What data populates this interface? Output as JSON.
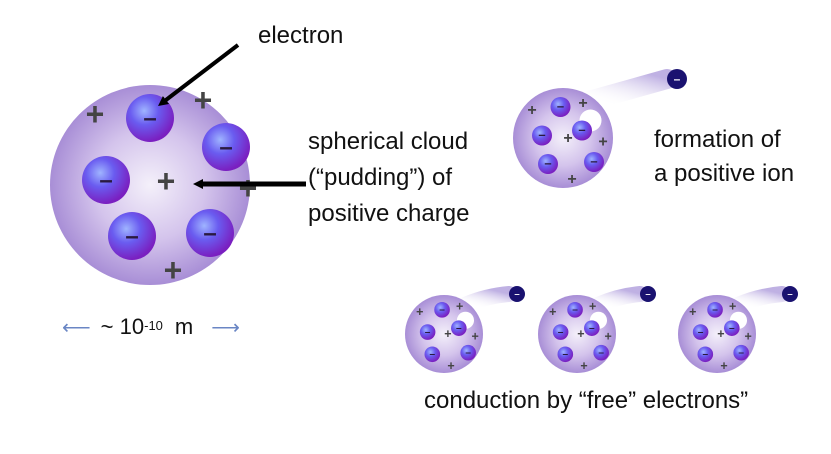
{
  "labels": {
    "electron": "electron",
    "cloud_line1": "spherical cloud",
    "cloud_line2": "(“pudding”) of",
    "cloud_line3": "positive charge",
    "ion_line1": "formation of",
    "ion_line2": "a positive ion",
    "conduction": "conduction by “free” electrons”"
  },
  "scale": {
    "left_arrow": "⟵",
    "prefix": "~ 10",
    "exponent": "-10",
    "unit": "m",
    "right_arrow": "⟶"
  },
  "glyphs": {
    "plus": "+",
    "minus": "–"
  },
  "colors": {
    "cloud_edge": "#a88ed6",
    "cloud_center": "#f2eef8",
    "electron_light": "#8aa0ff",
    "electron_dark": "#7a1fc0",
    "free_electron": "#1a1270",
    "pointer_arrow": "#000000",
    "scale_arrow": "#6a86c4"
  }
}
